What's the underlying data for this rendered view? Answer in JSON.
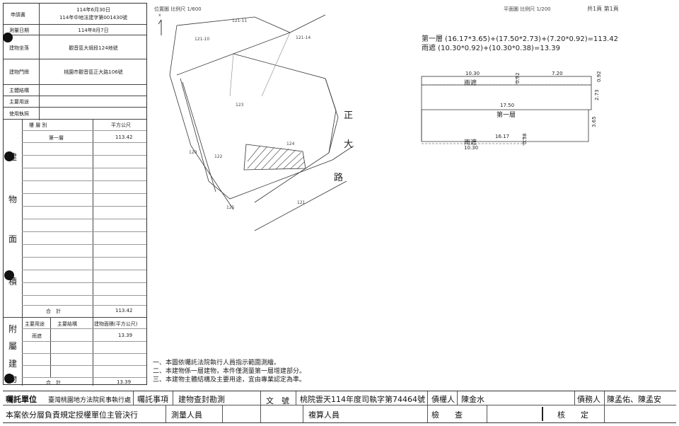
{
  "left_table": {
    "rows": [
      {
        "label": "申請書",
        "value_line1": "114年6月30日",
        "value_line2": "114年中地法建字第001430號"
      },
      {
        "label": "測量日期",
        "value": "114年8月7日"
      },
      {
        "label": "建物坐落",
        "value": "觀音區大堀段124地號"
      },
      {
        "label": "建物門牌",
        "value": "桃園市觀音區正大路106號"
      },
      {
        "label": "主體結構",
        "value": ""
      },
      {
        "label": "主要用途",
        "value": ""
      },
      {
        "label": "使用執照",
        "value": ""
      }
    ],
    "area_header": {
      "floor_col": "樓 層 別",
      "area_col": "平方公尺"
    },
    "area_rows": [
      {
        "floor": "第一層",
        "area": "113.42"
      }
    ],
    "area_section_chars": [
      "建",
      "物",
      "面",
      "積"
    ],
    "area_total": {
      "label": "合　計",
      "value": "113.42"
    },
    "attached_header": {
      "use_col": "主要用途",
      "struct_col": "主要結構",
      "area_col": "建物面積(平方公尺)"
    },
    "attached_rows": [
      {
        "use": "雨遮",
        "struct": "",
        "area": "13.39"
      }
    ],
    "attached_section_chars": [
      "附",
      "屬",
      "建",
      "物"
    ],
    "attached_total": {
      "label": "合　計",
      "value": "13.39"
    }
  },
  "site_plan": {
    "header_left": "位置圖  比例尺  1/600",
    "header_right": "平面圖  比例尺  1/200",
    "page_info": "共1頁  第1頁",
    "north_mark": "x",
    "road_chars": [
      "正",
      "大",
      "路"
    ],
    "parcel_labels": [
      "121-11",
      "121-10",
      "121-14",
      "123",
      "124",
      "120",
      "122",
      "125",
      "121"
    ]
  },
  "floor_plan": {
    "formula_line1": "第一層 (16.17*3.65)+(17.50*2.73)+(7.20*0.92)=113.42",
    "formula_line2": "雨遮 (10.30*0.92)+(10.30*0.38)=13.39",
    "dims": {
      "top_left": "10.30",
      "top_right": "7.20",
      "right_top": "0.92",
      "canopy_mid": "0.92",
      "right_mid": "2.73",
      "mid_width": "17.50",
      "right_low": "3.65",
      "bottom_width": "16.17",
      "bottom_mid": "0.38",
      "bottom_left": "10.30"
    },
    "labels": {
      "canopy_top": "雨遮",
      "first_floor": "第一層",
      "canopy_bottom": "雨遮"
    }
  },
  "notes": [
    "一、本圖依囑託法院執行人員指示範圍測繪。",
    "二、本建物係一層建物，本件僅測量第一層增建部分。",
    "三、本建物主體結構及主要用途，宜由專業認定為準。"
  ],
  "bottom_bar": {
    "entrust_unit_label": "囑託單位",
    "entrust_unit_value": "臺灣桃園地方法院民事執行處",
    "entrust_item_label": "囑託事項",
    "entrust_item_value": "建物查封勘測",
    "doc_no_label": "文　號",
    "doc_no_value": "桃院雲天114年度司執字第74464號",
    "creditor_label": "債權人",
    "creditor_value": "陳金水",
    "debtor_label": "債務人",
    "debtor_value": "陳孟佑、陳孟安",
    "authority_text": "本案依分層負責規定授權單位主管決行",
    "surveyor_label": "測量人員",
    "reviewer_label": "複算人員",
    "inspector_label": "檢　　查",
    "approver_label": "核　　定"
  }
}
